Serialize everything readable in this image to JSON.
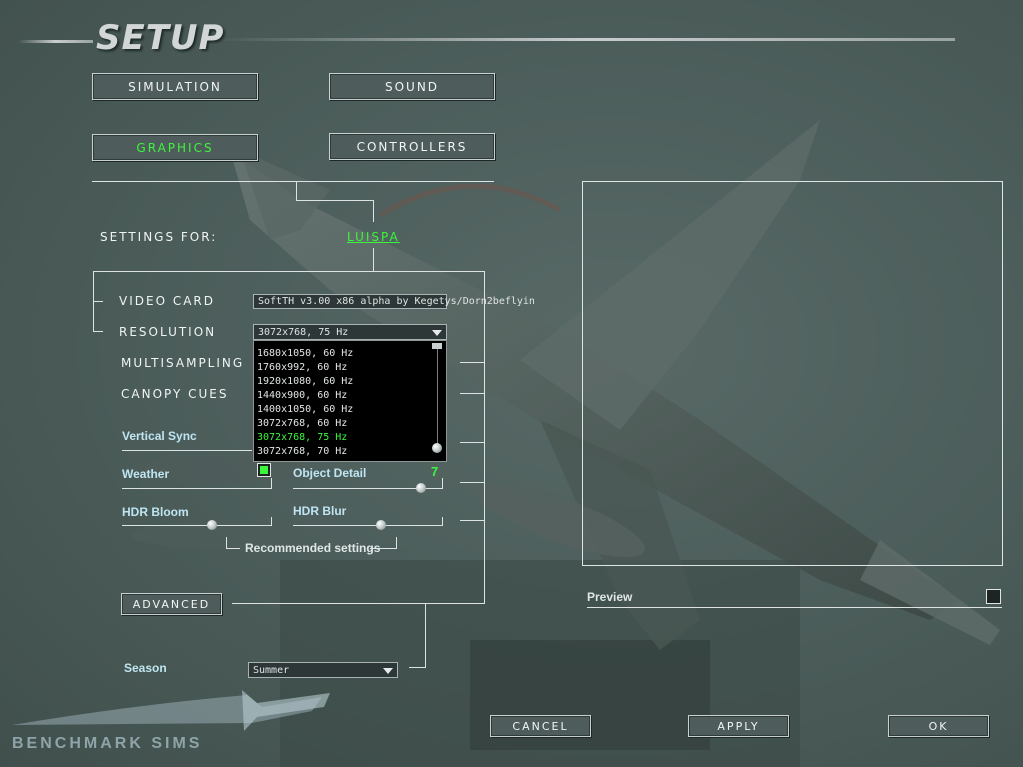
{
  "title": "SETUP",
  "tabs": {
    "simulation": "Simulation",
    "sound": "Sound",
    "graphics": "Graphics",
    "controllers": "Controllers"
  },
  "settings_for": {
    "label": "Settings For:",
    "value": "LUISPA"
  },
  "video_card": {
    "label": "Video Card",
    "value": "SoftTH v3.00 x86 alpha by Kegetys/Dorn2beflyin"
  },
  "resolution": {
    "label": "Resolution",
    "value": "3072x768, 75 Hz",
    "options": [
      "1680x1050, 60 Hz",
      "1760x992, 60 Hz",
      "1920x1080, 60 Hz",
      "1440x900, 60 Hz",
      "1400x1050, 60 Hz",
      "3072x768, 60 Hz",
      "3072x768, 75 Hz",
      "3072x768, 70 Hz"
    ],
    "selected_index": 6
  },
  "multisampling": {
    "label": "Multisampling"
  },
  "canopy_cues": {
    "label": "Canopy Cues"
  },
  "vertical_sync": {
    "label": "Vertical Sync"
  },
  "weather": {
    "label": "Weather",
    "checked": true
  },
  "object_detail": {
    "label": "Object Detail",
    "value": "7",
    "level": 0.85
  },
  "hdr_bloom": {
    "label": "HDR Bloom",
    "level": 0.5
  },
  "hdr_blur": {
    "label": "HDR Blur",
    "level": 0.5
  },
  "recommended": "Recommended settings",
  "advanced": "Advanced",
  "season": {
    "label": "Season",
    "value": "Summer"
  },
  "preview": {
    "label": "Preview",
    "checked": false
  },
  "buttons": {
    "cancel": "Cancel",
    "apply": "Apply",
    "ok": "Ok"
  },
  "logo": "BENCHMARK SIMS",
  "colors": {
    "accent": "#3cf53c",
    "text": "#f1f4f4",
    "label_blue": "#bfe5f2",
    "bg": "#4f615e"
  }
}
